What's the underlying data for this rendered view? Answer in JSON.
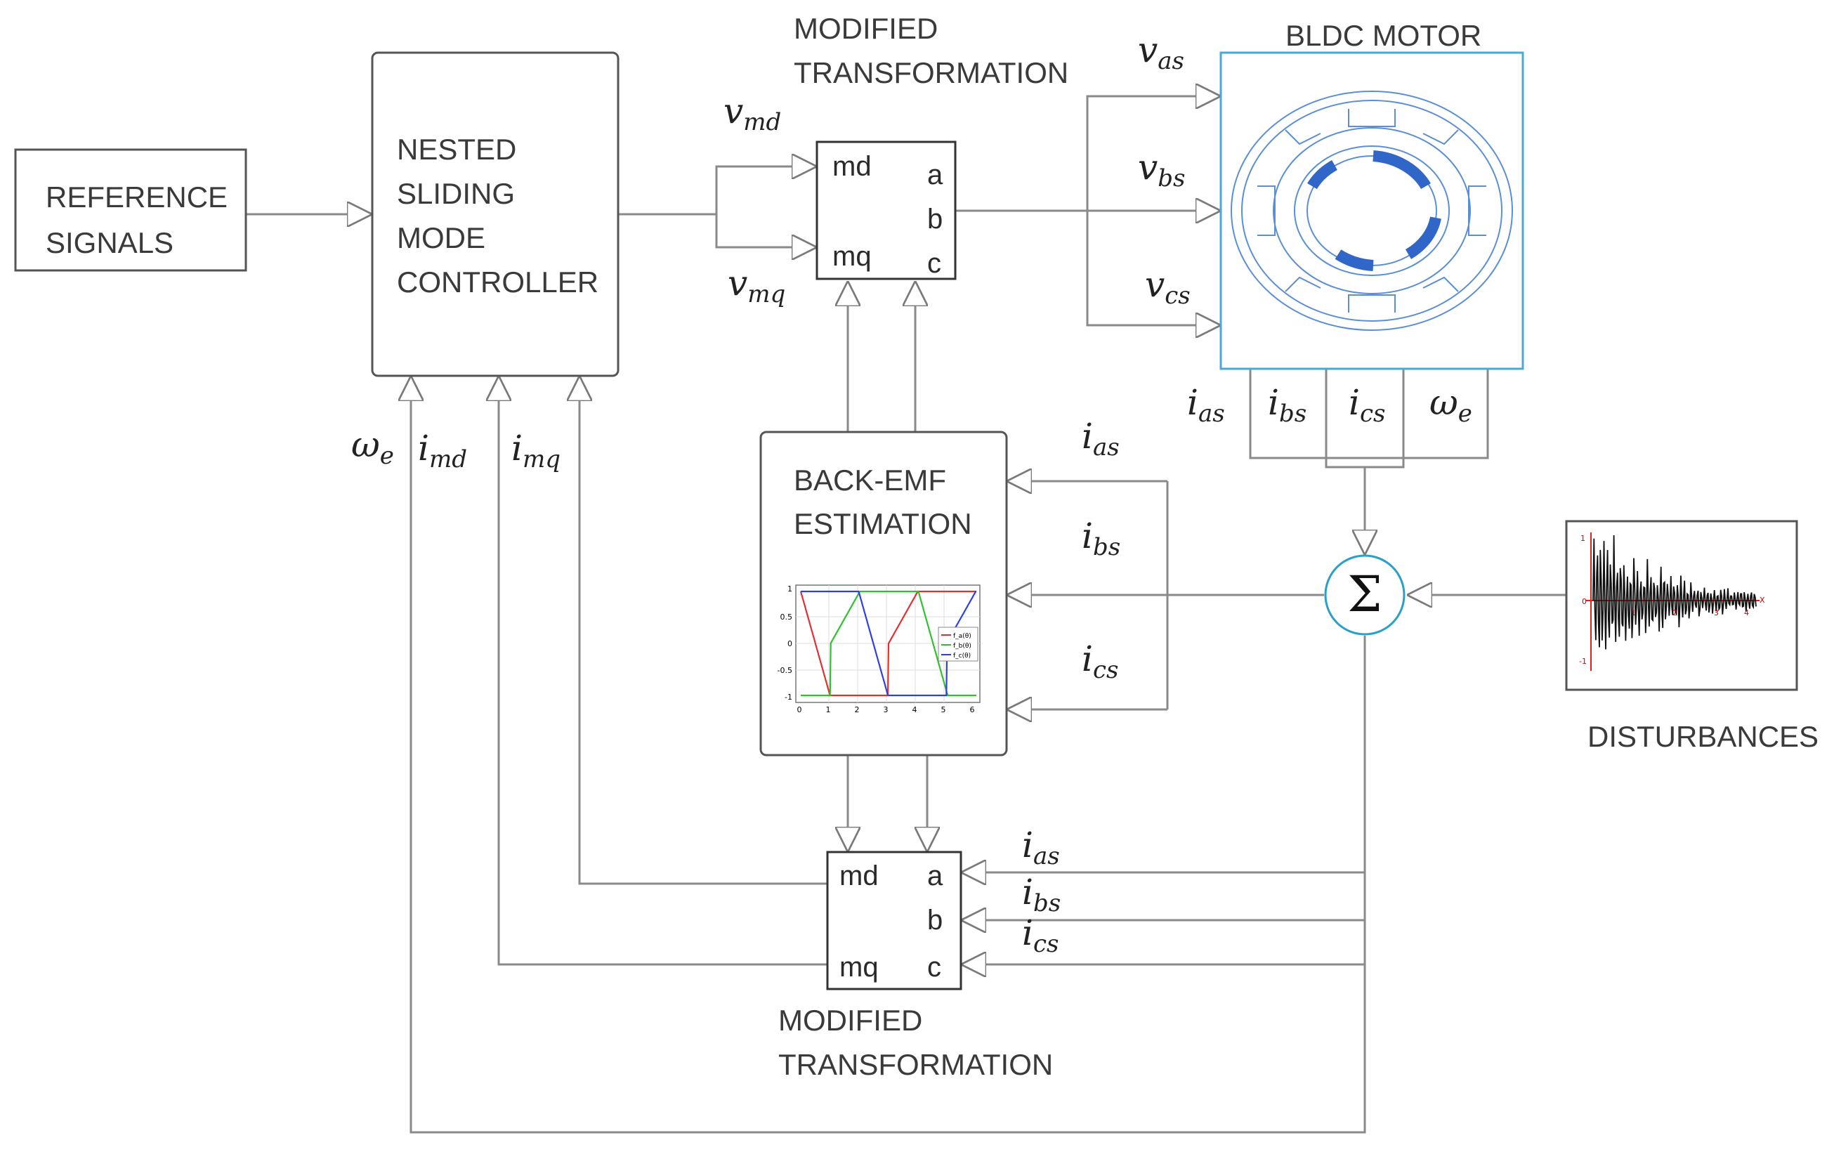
{
  "blocks": {
    "reference": [
      "REFERENCE",
      "SIGNALS"
    ],
    "controller": [
      "NESTED",
      "SLIDING",
      "MODE",
      "CONTROLLER"
    ],
    "top_transform": [
      "MODIFIED",
      "TRANSFORMATION"
    ],
    "bottom_transform": [
      "MODIFIED",
      "TRANSFORMATION"
    ],
    "backemf": [
      "BACK-EMF",
      "ESTIMATION"
    ],
    "motor": "BLDC MOTOR",
    "disturbances": "DISTURBANCES",
    "summer_symbol": "Σ"
  },
  "ports": {
    "md": "md",
    "mq": "mq",
    "a": "a",
    "b": "b",
    "c": "c"
  },
  "signals": {
    "v_md": {
      "base": "v",
      "sub": "md"
    },
    "v_mq": {
      "base": "v",
      "sub": "mq"
    },
    "v_as": {
      "base": "v",
      "sub": "as"
    },
    "v_bs": {
      "base": "v",
      "sub": "bs"
    },
    "v_cs": {
      "base": "v",
      "sub": "cs"
    },
    "i_as": {
      "base": "i",
      "sub": "as"
    },
    "i_bs": {
      "base": "i",
      "sub": "bs"
    },
    "i_cs": {
      "base": "i",
      "sub": "cs"
    },
    "i_md": {
      "base": "i",
      "sub": "md"
    },
    "i_mq": {
      "base": "i",
      "sub": "mq"
    },
    "omega_e": {
      "base": "ω",
      "sub": "e"
    }
  },
  "backemf_plot": {
    "y_ticks": [
      "1",
      "0.5",
      "0",
      "-0.5",
      "-1"
    ],
    "x_ticks": [
      "0",
      "1",
      "2",
      "3",
      "4",
      "5",
      "6"
    ],
    "legend": [
      "f_a(θ)",
      "f_b(θ)",
      "f_c(θ)"
    ]
  },
  "disturbance_plot": {
    "y_ticks": [
      "1",
      "0",
      "-1"
    ],
    "x_ticks": [
      "1",
      "2",
      "3",
      "4"
    ],
    "x_axis_label": "X"
  },
  "colors": {
    "line": "#8a8a8a",
    "box": "#555555",
    "motor_border": "#4aa8d8",
    "motor_accent": "#2f66c8",
    "backemf_a": "#e03030",
    "backemf_b": "#30c030",
    "backemf_c": "#3040e0"
  }
}
